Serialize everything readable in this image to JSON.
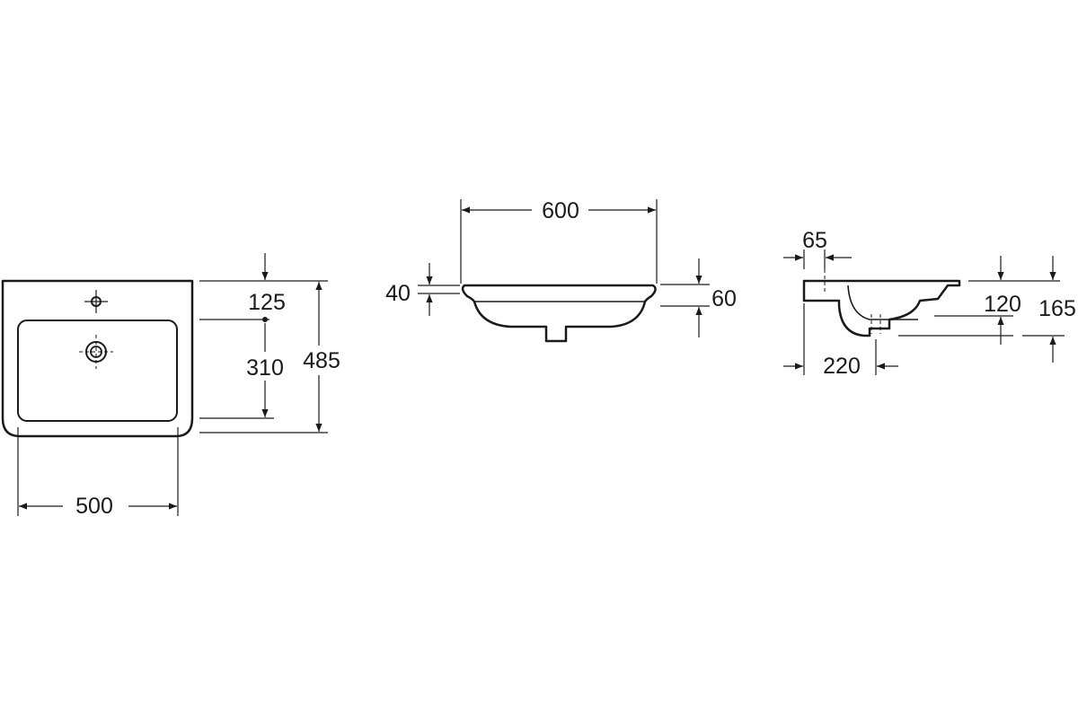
{
  "views": {
    "top": {
      "width": "500",
      "depth": "485",
      "tap_offset": "125",
      "drain_offset": "310"
    },
    "front": {
      "width": "600",
      "rim_height": "40",
      "bowl_height": "60"
    },
    "side": {
      "rim_offset": "65",
      "drain_depth": "220",
      "height_inner": "120",
      "height_total": "165"
    }
  }
}
